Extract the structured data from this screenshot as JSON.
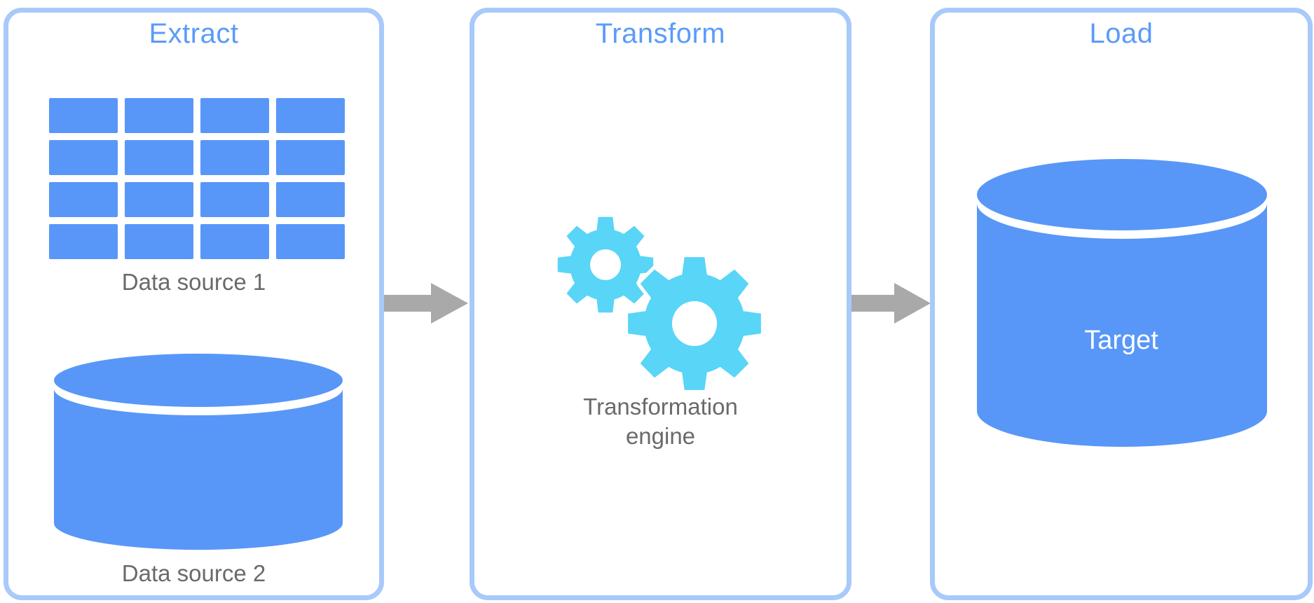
{
  "diagram": {
    "type": "ETL process flow diagram",
    "colors": {
      "shape_blue": "#5897F7",
      "panel_border_blue": "#A8CAFA",
      "title_blue": "#5A9BF8",
      "gear_cyan": "#58D5F7",
      "arrow_gray": "#A9A9A9",
      "label_gray": "#6A6A6A",
      "target_label_white": "#FFFFFF"
    },
    "panels": [
      {
        "title": "Extract",
        "items": [
          {
            "icon": "table-icon",
            "label": "Data source 1"
          },
          {
            "icon": "database-cylinder-icon",
            "label": "Data source 2"
          }
        ]
      },
      {
        "title": "Transform",
        "items": [
          {
            "icon": "gears-icon",
            "label": "Transformation engine",
            "label_lines": [
              "Transformation",
              "engine"
            ]
          }
        ]
      },
      {
        "title": "Load",
        "items": [
          {
            "icon": "database-cylinder-icon",
            "label": "Target"
          }
        ]
      }
    ],
    "arrows": [
      {
        "from": "Extract",
        "to": "Transform"
      },
      {
        "from": "Transform",
        "to": "Load"
      }
    ]
  }
}
